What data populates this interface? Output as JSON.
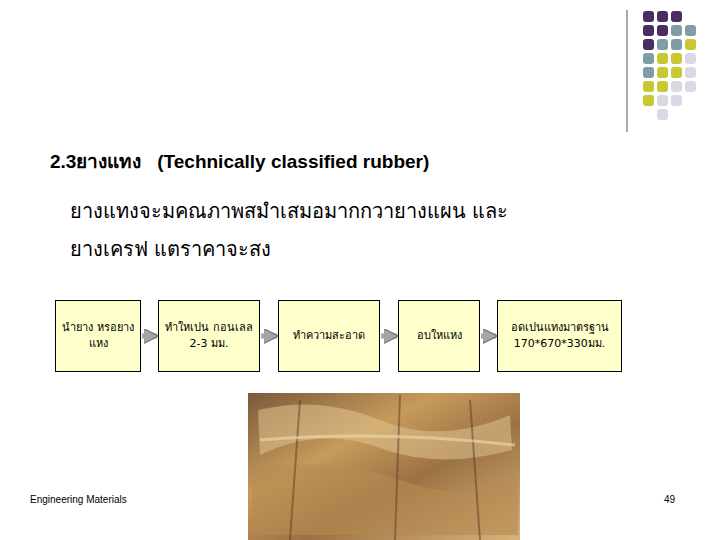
{
  "diagram": {
    "title": "2.3ยางแทง   (Technically classified rubber)",
    "nodes": [
      {
        "text": [
          "นำยาง หรอยางแหง"
        ]
      },
      {
        "text": [
          "ทำใหเปน กอนเลล 2-3 มม."
        ]
      },
      {
        "text": [
          "ทำความสะอาด"
        ]
      },
      {
        "text": [
          "อบใหแหง"
        ]
      },
      {
        "text": [
          "อดเปนแทงมาตรฐาน 170*670*330มม."
        ]
      }
    ],
    "edges": [
      {
        "from": 0,
        "to": 1,
        "arrow": "to"
      },
      {
        "from": 1,
        "to": 2,
        "arrow": "to"
      },
      {
        "from": 2,
        "to": 3,
        "arrow": "to"
      },
      {
        "from": 3,
        "to": 4,
        "arrow": "to"
      }
    ],
    "labels": [
      "ยางแทงจะมคณภาพสมำเสมอมากกวายางแผน และยางเครฟ แตราคาจะสง",
      "Engineering Materials",
      "49"
    ]
  }
}
